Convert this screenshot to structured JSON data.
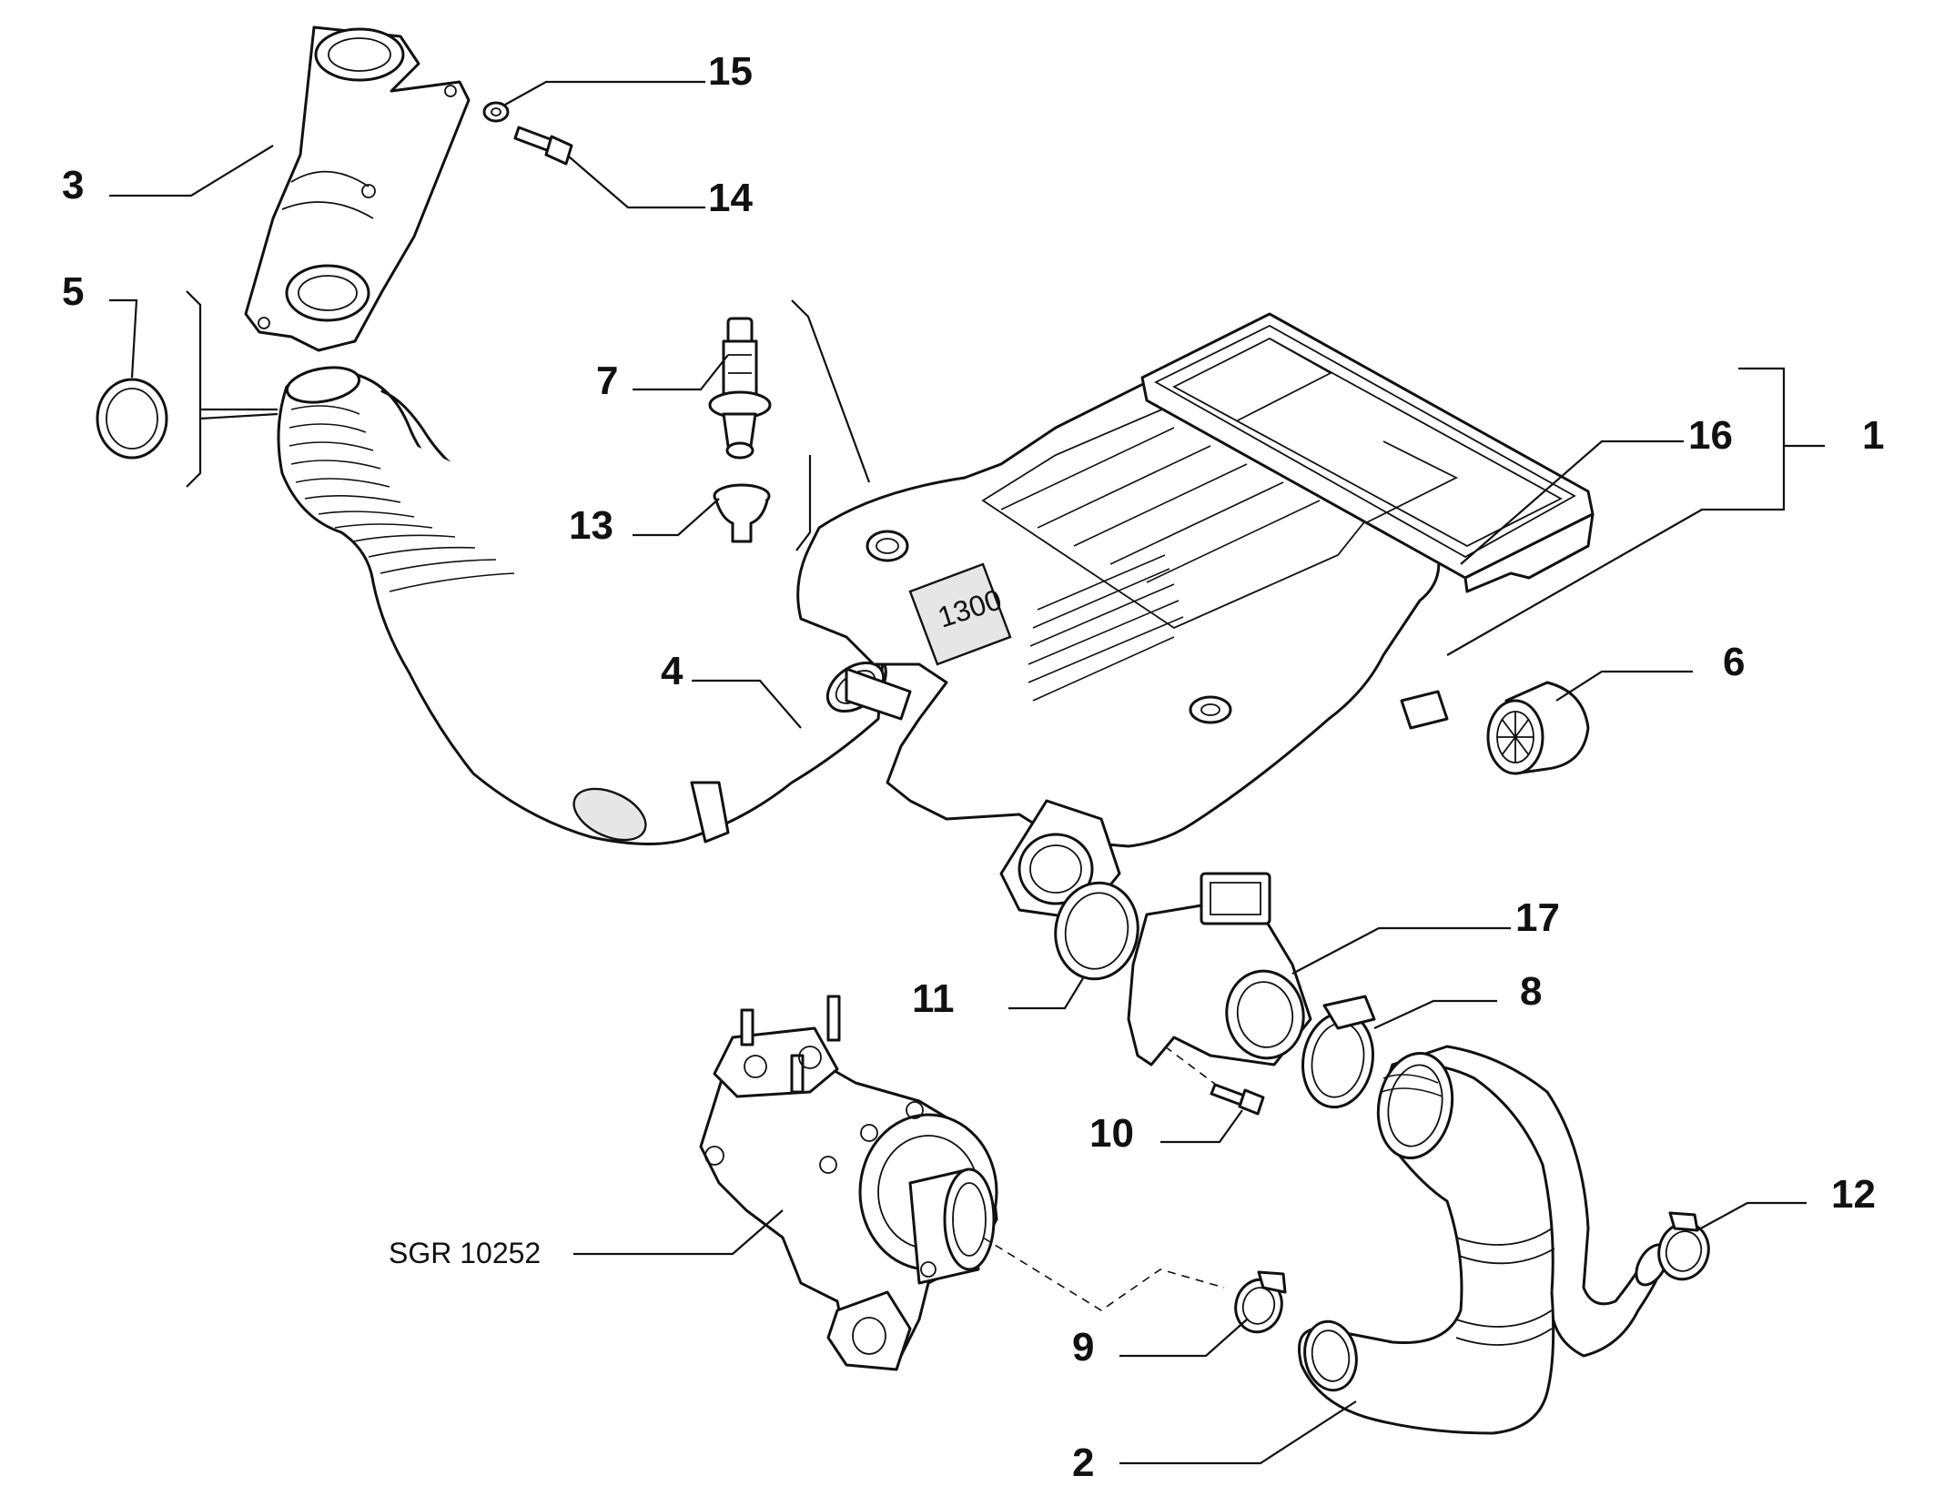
{
  "callouts": {
    "c1": "1",
    "c2": "2",
    "c3": "3",
    "c4": "4",
    "c5": "5",
    "c6": "6",
    "c7": "7",
    "c8": "8",
    "c9": "9",
    "c10": "10",
    "c11": "11",
    "c12": "12",
    "c13": "13",
    "c14": "14",
    "c15": "15",
    "c16": "16",
    "c17": "17"
  },
  "reference_label": "SGR 10252",
  "embossed_marking": "1300"
}
